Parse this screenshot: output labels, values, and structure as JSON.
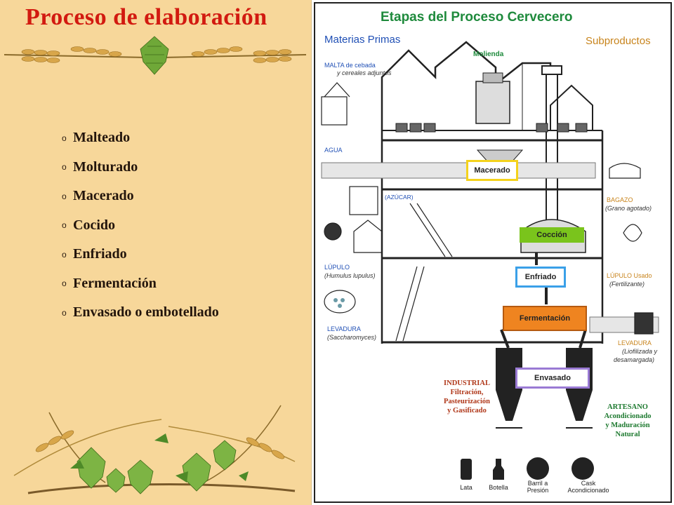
{
  "slide": {
    "title": "Proceso de elaboración",
    "steps": [
      {
        "bullet": "o",
        "label": "Malteado"
      },
      {
        "bullet": "o",
        "label": "Molturado"
      },
      {
        "bullet": "o",
        "label": "Macerado"
      },
      {
        "bullet": "o",
        "label": "Cocido"
      },
      {
        "bullet": "o",
        "label": "Enfriado"
      },
      {
        "bullet": "o",
        "label": "Fermentación"
      },
      {
        "bullet": "o",
        "label": "Envasado o embotellado"
      }
    ]
  },
  "diagram": {
    "title": "Etapas del Proceso Cervecero",
    "raw_materials_heading": "Materias Primas",
    "byproducts_heading": "Subproductos",
    "milling": "Molienda",
    "raw_materials": {
      "malta": "MALTA de cebada",
      "malta_sub": "y cereales adjuntos",
      "agua": "AGUA",
      "azucar": "(AZÚCAR)",
      "lupulo": "LÚPULO",
      "lupulo_sub": "(Humulus lupulus)",
      "levadura": "LEVADURA",
      "levadura_sub": "(Saccharomyces)"
    },
    "byproducts": {
      "bagazo": "BAGAZO",
      "bagazo_sub": "(Grano agotado)",
      "lupulo_usado": "LÚPULO Usado",
      "lupulo_usado_sub": "(Fertilizante)",
      "levadura": "LEVADURA",
      "levadura_sub1": "(Liofilizada y",
      "levadura_sub2": "desamargada)"
    },
    "stages": {
      "macerado": "Macerado",
      "coccion": "Cocción",
      "enfriado": "Enfriado",
      "fermentacion": "Fermentación",
      "envasado": "Envasado"
    },
    "industrial": {
      "title": "INDUSTRIAL",
      "line1": "Filtración,",
      "line2": "Pasteurización",
      "line3": "y Gasificado"
    },
    "artesano": {
      "title": "ARTESANO",
      "line1": "Acondicionado",
      "line2": "y Maduración",
      "line3": "Natural"
    },
    "products": {
      "lata": "Lata",
      "botella": "Botella",
      "barril1": "Barril a",
      "barril2": "Presión",
      "cask1": "Cask",
      "cask2": "Acondicionado"
    },
    "colors": {
      "title_green": "#1e8a3c",
      "raw_blue": "#1f4fb5",
      "byproduct_orange": "#c8841c",
      "macerado_yellow": "#f4d21c",
      "coccion_green": "#7ac41c",
      "enfriado_blue": "#3aa0e8",
      "fermentacion_orange": "#ef8420",
      "envasado_violet": "#9a7ad4"
    }
  }
}
